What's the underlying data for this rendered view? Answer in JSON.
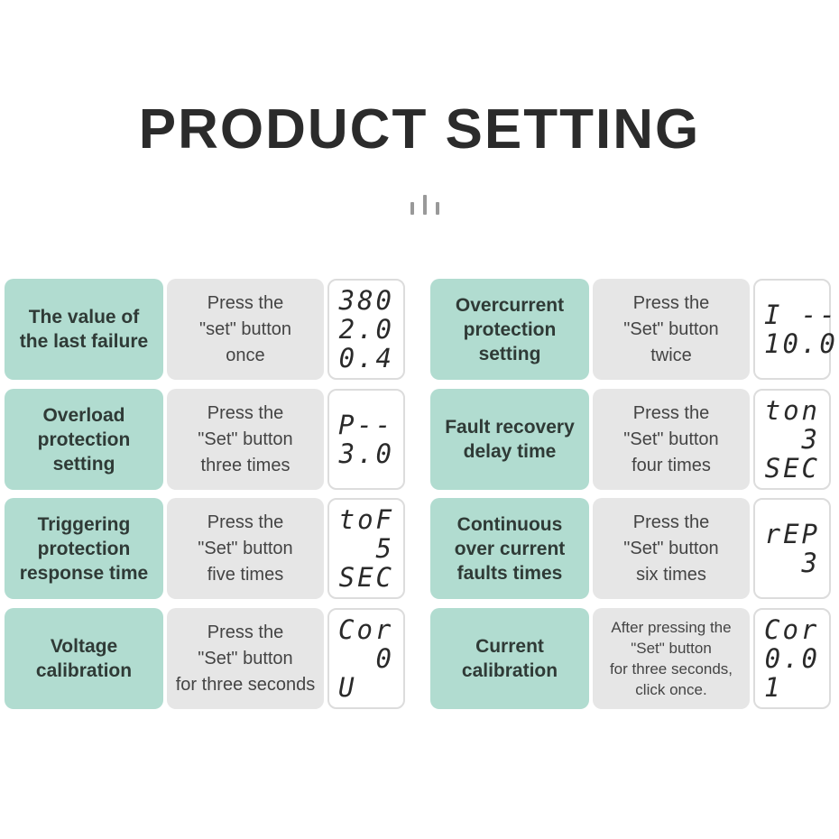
{
  "title": "PRODUCT SETTING",
  "settings": [
    {
      "label": "The value of\nthe last failure",
      "instruction": "Press the\n\"set\" button\nonce",
      "display": [
        "380",
        "2.0",
        "0.4"
      ]
    },
    {
      "label": "Overcurrent\nprotection\nsetting",
      "instruction": "Press the\n\"Set\" button\ntwice",
      "display": [
        "I --",
        "10.0"
      ]
    },
    {
      "label": "Overload\nprotection\nsetting",
      "instruction": "Press the\n\"Set\" button\nthree times",
      "display": [
        "P--",
        "3.0"
      ]
    },
    {
      "label": "Fault recovery\ndelay time",
      "instruction": "Press the\n\"Set\" button\nfour times",
      "display": [
        "ton",
        "3",
        "SEC"
      ]
    },
    {
      "label": "Triggering\nprotection\nresponse time",
      "instruction": "Press the\n\"Set\" button\nfive times",
      "display": [
        "toF",
        "5",
        "SEC"
      ]
    },
    {
      "label": "Continuous\nover current\nfaults times",
      "instruction": "Press the\n\"Set\" button\nsix times",
      "display": [
        "rEP",
        "3"
      ]
    },
    {
      "label": "Voltage\ncalibration",
      "instruction": "Press the\n\"Set\" button\nfor three seconds",
      "display": [
        "Cor",
        "0",
        "U"
      ]
    },
    {
      "label": "Current\ncalibration",
      "instruction": "After pressing the\n\"Set\" button\nfor three seconds,\nclick once.",
      "display": [
        "Cor",
        "0.0",
        "1"
      ]
    }
  ]
}
